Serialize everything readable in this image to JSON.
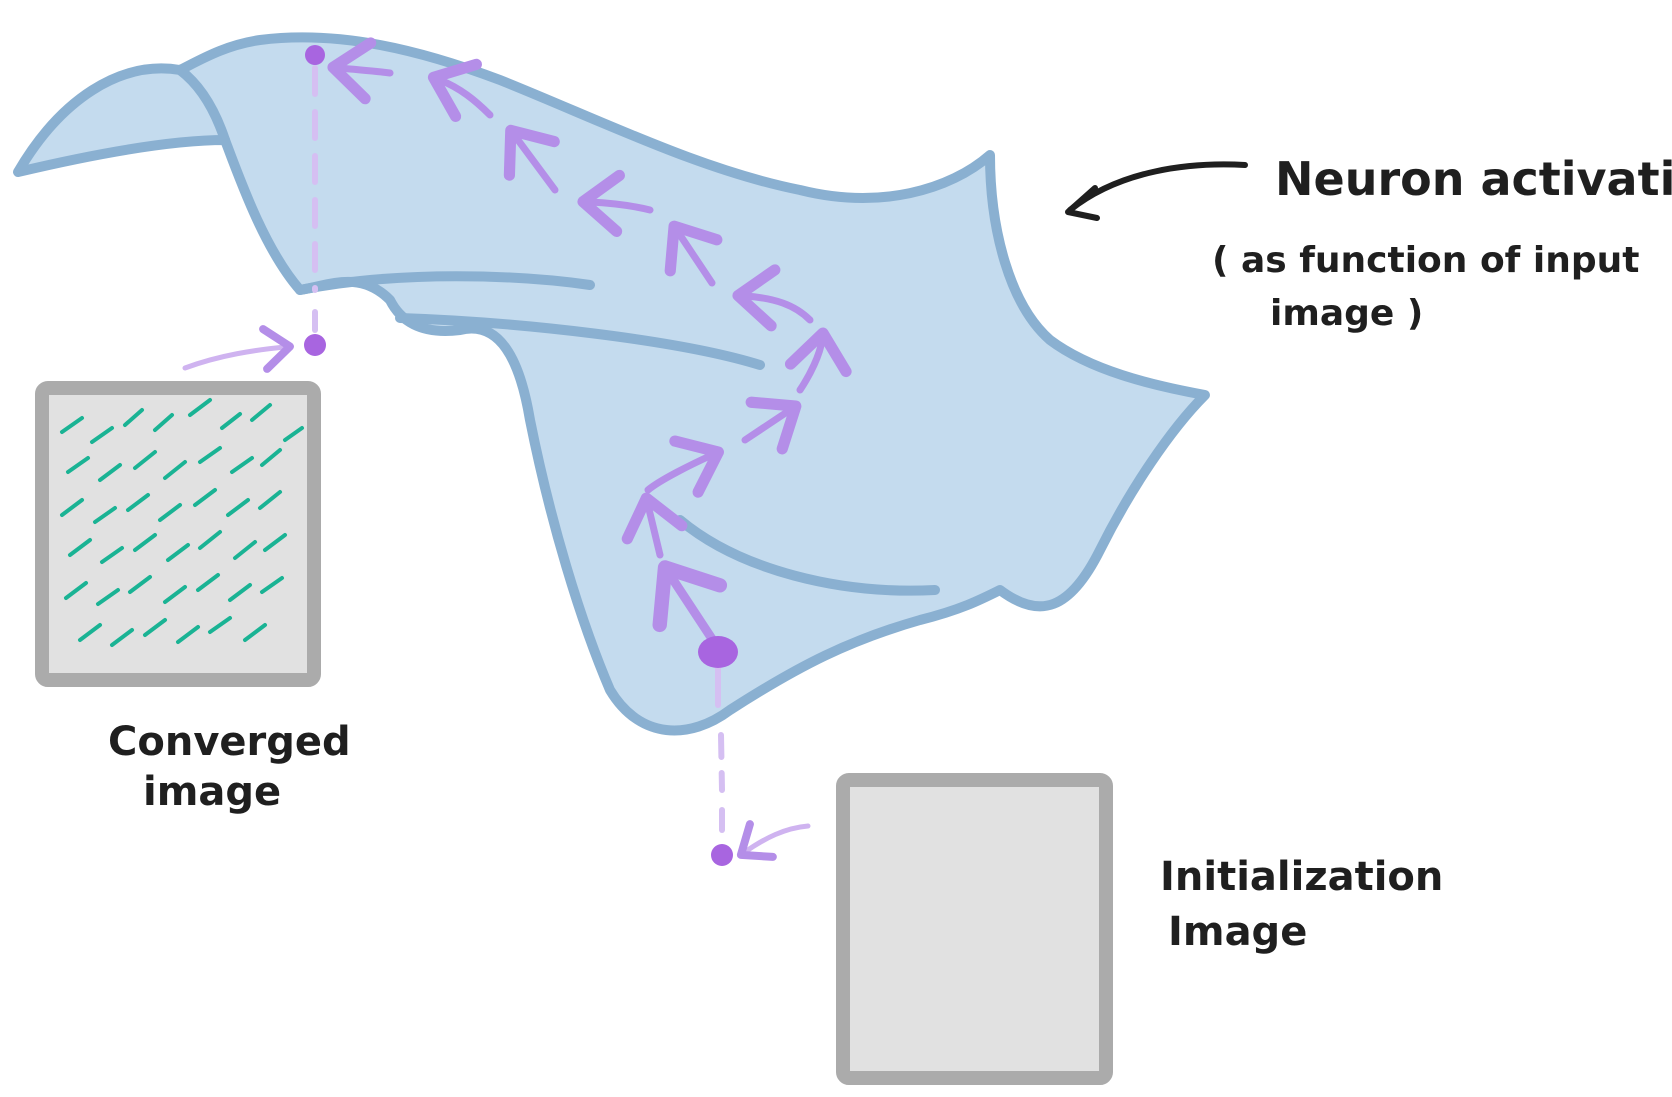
{
  "labels": {
    "neuron_activation_line1": "Neuron activation",
    "neuron_activation_line2": "( as function of input",
    "neuron_activation_line3": "image )",
    "converged_line1": "Converged",
    "converged_line2": "image",
    "initialization_line1": "Initialization",
    "initialization_line2": "Image"
  },
  "colors": {
    "surface_fill": "#c4dbee",
    "surface_stroke": "#8ab0d1",
    "path_purple": "#b48ee8",
    "dot_purple": "#a865e0",
    "frame_gray": "#ababab",
    "image_fill": "#e1e1e1",
    "texture_teal": "#1ab394",
    "ink": "#1f1f1f"
  }
}
